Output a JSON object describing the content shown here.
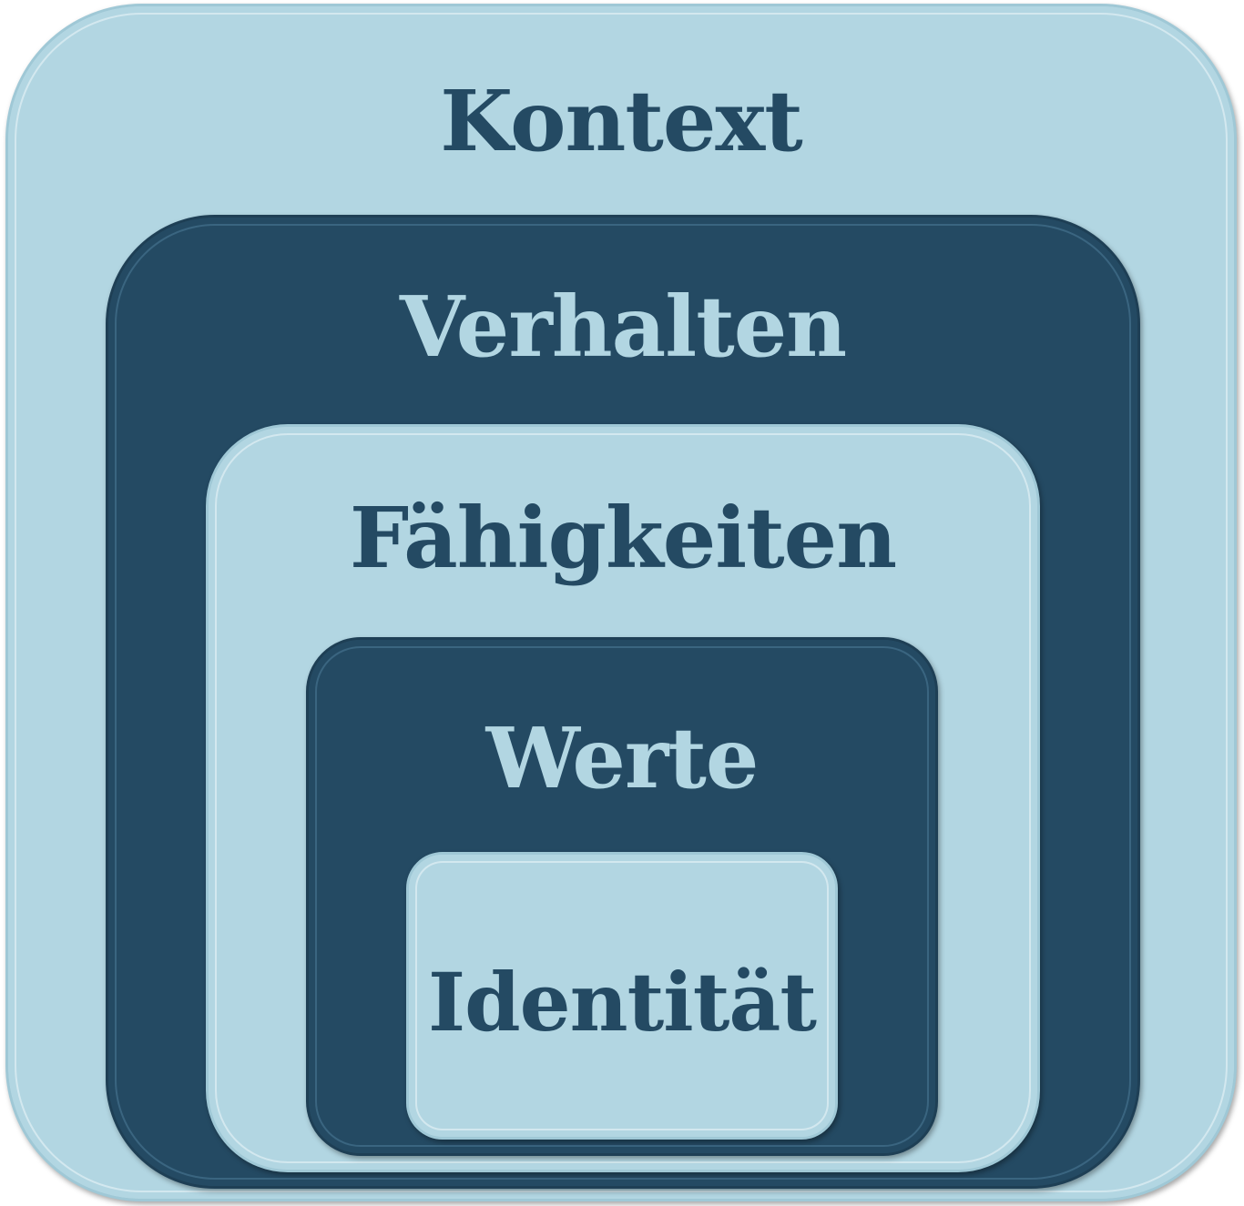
{
  "diagram": {
    "layers": [
      {
        "label": "Kontext",
        "fill": "#b2d6e2",
        "text_color": "#244a63"
      },
      {
        "label": "Verhalten",
        "fill": "#244a63",
        "text_color": "#b2d6e2"
      },
      {
        "label": "Fähigkeiten",
        "fill": "#b2d6e2",
        "text_color": "#244a63"
      },
      {
        "label": "Werte",
        "fill": "#244a63",
        "text_color": "#b2d6e2"
      },
      {
        "label": "Identität",
        "fill": "#b2d6e2",
        "text_color": "#244a63"
      }
    ]
  }
}
